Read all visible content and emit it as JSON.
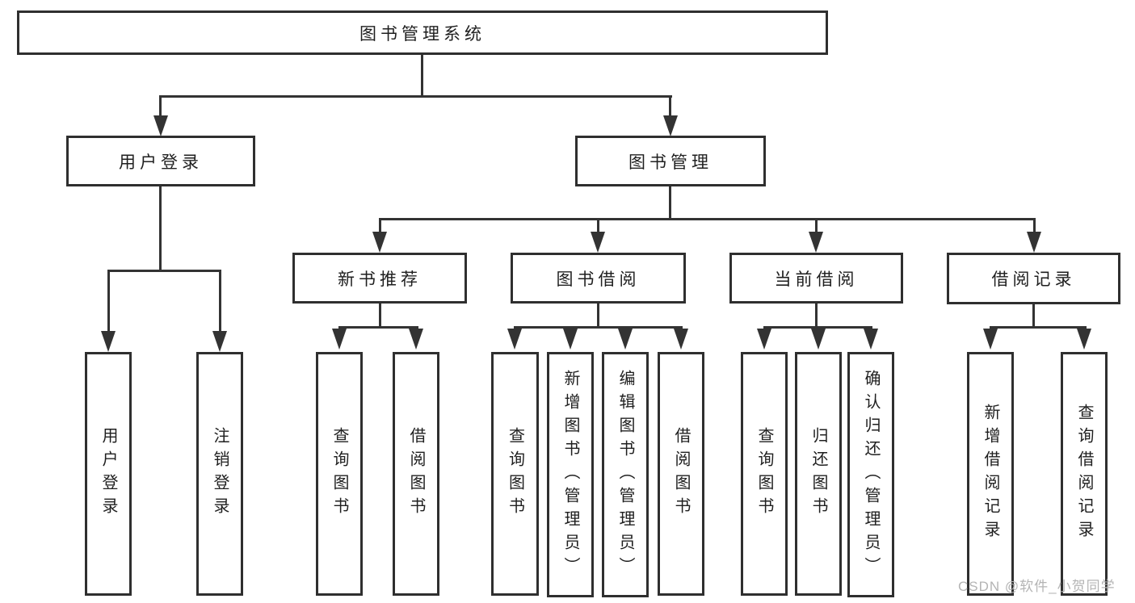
{
  "diagram": {
    "type": "hierarchy-tree",
    "root": {
      "label": "图书管理系统"
    },
    "level2": {
      "user_login": {
        "label": "用户登录"
      },
      "book_management": {
        "label": "图书管理"
      }
    },
    "level3": {
      "new_book_recommend": {
        "label": "新书推荐"
      },
      "book_borrow": {
        "label": "图书借阅"
      },
      "current_borrow": {
        "label": "当前借阅"
      },
      "borrow_records": {
        "label": "借阅记录"
      }
    },
    "leaves": {
      "user": [
        "用户登录",
        "注销登录"
      ],
      "recommend": [
        "查询图书",
        "借阅图书"
      ],
      "borrow": [
        "查询图书",
        "新增图书（管理员）",
        "编辑图书（管理员）",
        "借阅图书"
      ],
      "current": [
        "查询图书",
        "归还图书",
        "确认归还（管理员）"
      ],
      "records": [
        "新增借阅记录",
        "查询借阅记录"
      ]
    }
  },
  "watermark": {
    "text": "CSDN @软件_小贺同学",
    "color": "#b4b4b4"
  },
  "colors": {
    "background": "#ffffff",
    "box_border": "#2f2f2f",
    "connector_line": "#333333",
    "text": "#1f1f1f"
  }
}
